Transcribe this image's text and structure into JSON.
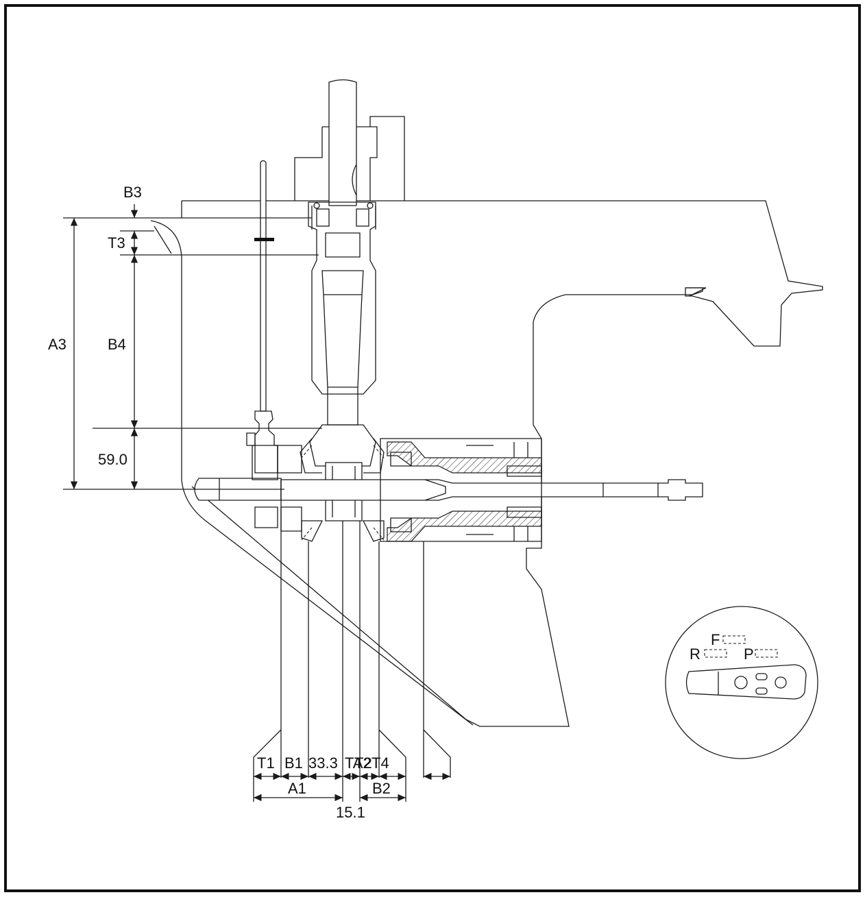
{
  "labels": {
    "b3": "B3",
    "t3": "T3",
    "a3": "A3",
    "b4": "B4",
    "d59": "59.0",
    "t1": "T1",
    "b1": "B1",
    "d33": "33.3",
    "ta2": "TA2",
    "t2": "T2",
    "t4": "T4",
    "a1": "A1",
    "b2": "B2",
    "d15": "15.1"
  },
  "inset": {
    "f": "F",
    "r": "R",
    "p": "P"
  }
}
